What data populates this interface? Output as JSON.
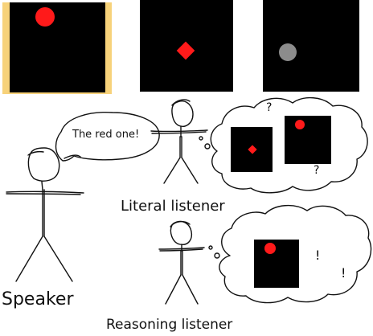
{
  "speech_text": "The red one!",
  "labels": {
    "speaker": "Speaker",
    "literal_listener": "Literal listener",
    "reasoning_listener": "Reasoning listener"
  },
  "thought_marks": {
    "literal_question_1": "?",
    "literal_question_2": "?",
    "reasoning_exclaim_1": "!",
    "reasoning_exclaim_2": "!"
  },
  "colors": {
    "panel": "#000000",
    "red": "#ff1a1a",
    "gray": "#8c8c8c",
    "highlight": "#f7d27a",
    "ink": "#111111"
  }
}
